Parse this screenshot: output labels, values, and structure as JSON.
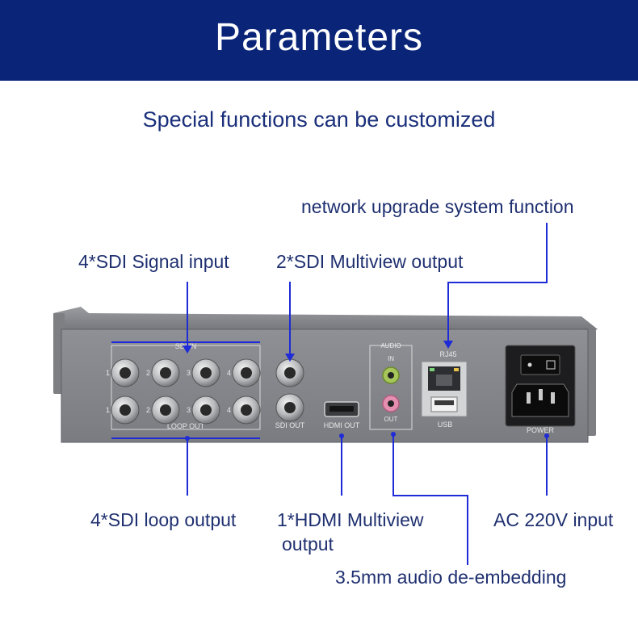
{
  "banner": {
    "title": "Parameters"
  },
  "subtitle": "Special functions can be customized",
  "callouts": {
    "network_upgrade": "network upgrade system function",
    "sdi_signal_input": "4*SDI Signal input",
    "sdi_multiview_output": "2*SDI Multiview output",
    "sdi_loop_output": "4*SDI loop output",
    "hdmi_multiview_line1": "1*HDMI Multiview",
    "hdmi_multiview_line2": "output",
    "ac_input": "AC 220V input",
    "audio_deembedding": "3.5mm audio de-embedding"
  },
  "panel": {
    "sdi_in": "SDI IN",
    "loop_out": "LOOP OUT",
    "sdi_out": "SDI OUT",
    "hdmi_out": "HDMI OUT",
    "audio": "AUDIO",
    "audio_in": "IN",
    "audio_out": "OUT",
    "rj45": "RJ45",
    "usb": "USB",
    "power": "POWER",
    "port_numbers": [
      "1",
      "2",
      "3",
      "4"
    ]
  },
  "colors": {
    "banner": "#0a2478",
    "leader_line": "#1e2bd6",
    "label_text": "#1f3070"
  }
}
